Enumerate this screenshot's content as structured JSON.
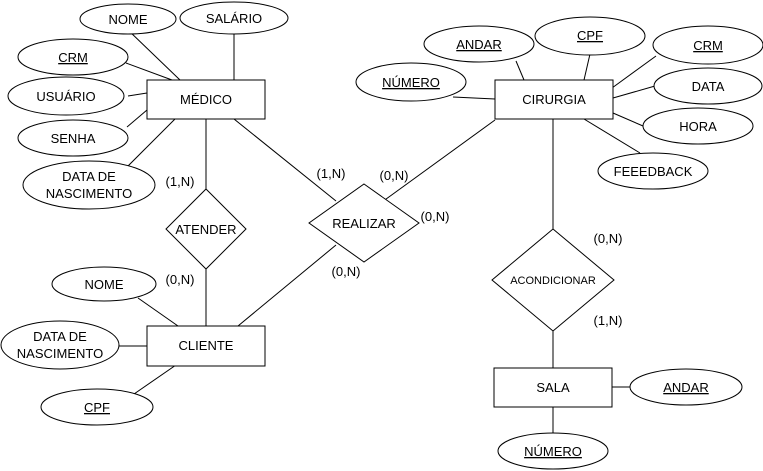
{
  "entities": {
    "medico": "MÉDICO",
    "cirurgia": "CIRURGIA",
    "cliente": "CLIENTE",
    "sala": "SALA"
  },
  "relationships": {
    "atender": "ATENDER",
    "realizar": "REALIZAR",
    "acondicionar": "ACONDICIONAR"
  },
  "attributes": {
    "medico": {
      "nome": "NOME",
      "salario": "SALÁRIO",
      "crm": "CRM",
      "usuario": "USUÁRIO",
      "senha": "SENHA",
      "data_nascimento_1": "DATA DE",
      "data_nascimento_2": "NASCIMENTO"
    },
    "cirurgia": {
      "andar": "ANDAR",
      "cpf": "CPF",
      "crm": "CRM",
      "numero": "NÚMERO",
      "data": "DATA",
      "hora": "HORA",
      "feedback": "FEEEDBACK"
    },
    "cliente": {
      "nome": "NOME",
      "data_nascimento_1": "DATA DE",
      "data_nascimento_2": "NASCIMENTO",
      "cpf": "CPF"
    },
    "sala": {
      "andar": "ANDAR",
      "numero": "NÚMERO"
    }
  },
  "cardinalities": {
    "medico_atender": "(1,N)",
    "atender_cliente": "(0,N)",
    "medico_realizar": "(1,N)",
    "realizar_cirurgia_a": "(0,N)",
    "realizar_cirurgia_b": "(0,N)",
    "realizar_cliente": "(0,N)",
    "cirurgia_acondicionar": "(0,N)",
    "acondicionar_sala": "(1,N)"
  }
}
